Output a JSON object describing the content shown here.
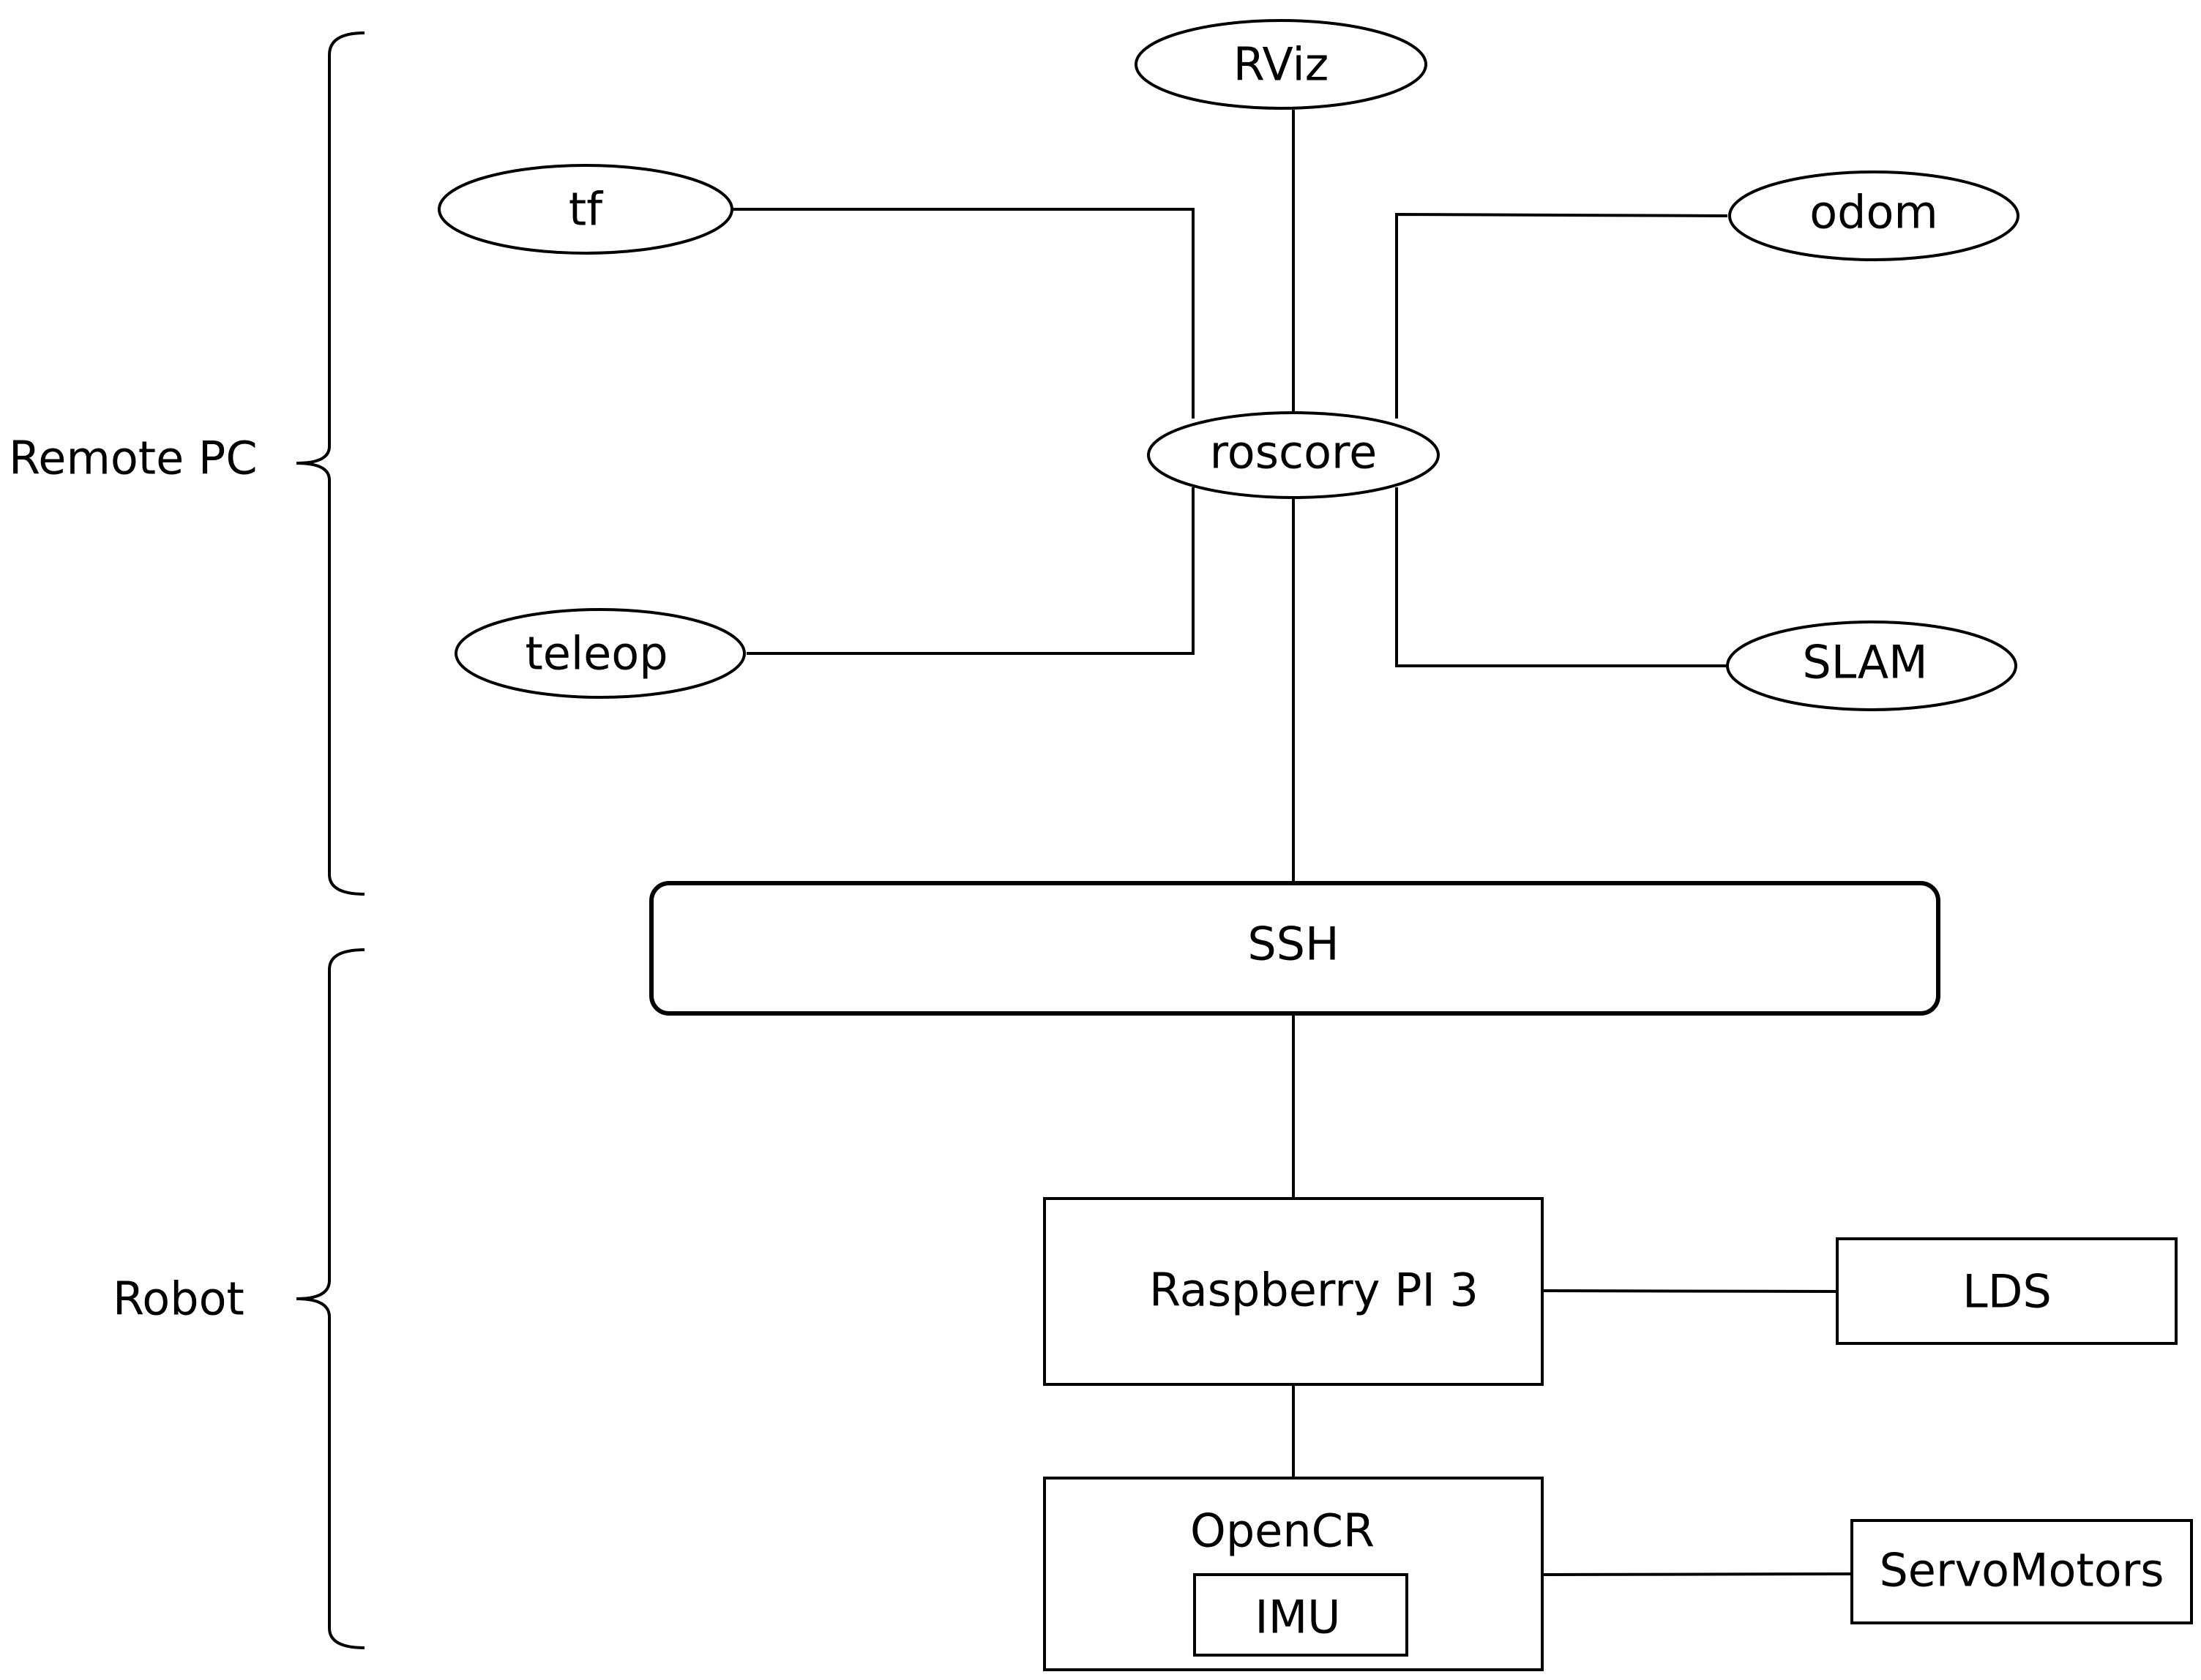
{
  "labels": {
    "group_remote": "Remote PC",
    "group_robot": "Robot",
    "rviz": "RViz",
    "tf": "tf",
    "odom": "odom",
    "roscore": "roscore",
    "teleop": "teleop",
    "slam": "SLAM",
    "ssh": "SSH",
    "raspberry": "Raspberry PI 3",
    "lds": "LDS",
    "opencr": "OpenCR",
    "imu": "IMU",
    "servo": "ServoMotors"
  }
}
